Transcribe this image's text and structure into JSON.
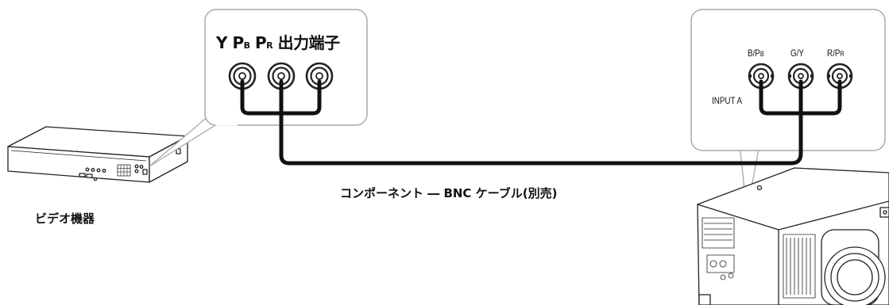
{
  "source_callout": {
    "title_y": "Y",
    "title_pb": "P",
    "title_pb_sub": "B",
    "title_pr": "P",
    "title_pr_sub": "R",
    "title_suffix": "出力端子"
  },
  "destination_callout": {
    "port_bpb": "B/P",
    "port_bpb_sub": "B",
    "port_gy": "G/Y",
    "port_rpr": "R/P",
    "port_rpr_sub": "R",
    "input_label": "INPUT A"
  },
  "cable_label": "コンポーネント ― BNC ケーブル(別売)",
  "device_label": "ビデオ機器",
  "colors": {
    "outline": "#222222",
    "callout_border": "#a8a8a8",
    "cable": "#111111",
    "background": "#ffffff"
  }
}
